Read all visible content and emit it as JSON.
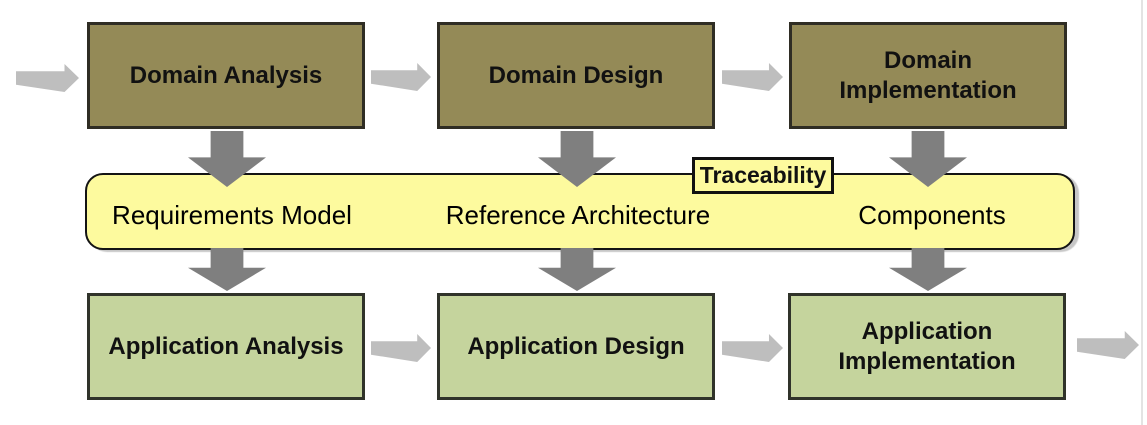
{
  "top_row": {
    "boxes": [
      {
        "label": "Domain Analysis"
      },
      {
        "label": "Domain Design"
      },
      {
        "label": "Domain Implementation"
      }
    ]
  },
  "artifact_band": {
    "items": [
      {
        "label": "Requirements Model"
      },
      {
        "label": "Reference Architecture"
      },
      {
        "label": "Components"
      }
    ],
    "tag": {
      "label": "Traceability"
    }
  },
  "bottom_row": {
    "boxes": [
      {
        "label": "Application Analysis"
      },
      {
        "label": "Application Design"
      },
      {
        "label": "Application Implementation"
      }
    ]
  },
  "icons": {
    "horizontal_flow_arrow": "right-block-arrow",
    "vertical_flow_arrow": "down-block-arrow"
  },
  "colors": {
    "domain_box_fill": "#948a57",
    "domain_box_border": "#2f2d24",
    "application_box_fill": "#c5d49d",
    "application_box_border": "#30332a",
    "band_fill": "#fdfa9e",
    "band_border": "#141414",
    "h_arrow": "#bebebe",
    "v_arrow": "#7f7f7f",
    "page_edge": "#e3e3e3"
  }
}
